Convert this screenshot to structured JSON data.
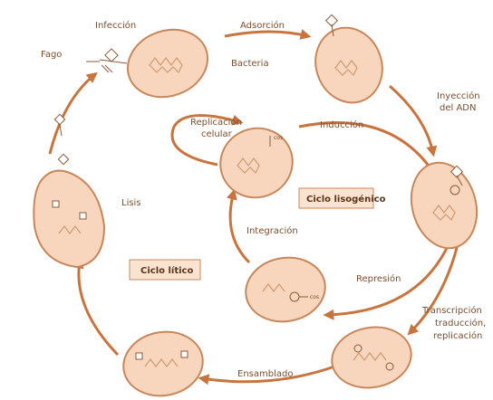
{
  "labels": {
    "infeccion": "Infección",
    "adsorcion": "Adsorción",
    "fago": "Fago",
    "bacteria": "Bacteria",
    "inyeccion_1": "Inyección",
    "inyeccion_2": "del ADN",
    "replicacion_1": "Replicación",
    "replicacion_2": "celular",
    "cos_top": "cos",
    "induccion": "Inducción",
    "lisis": "Lisis",
    "ciclo_lisogenico": "Ciclo lisogénico",
    "integracion": "Integración",
    "ciclo_litico": "Ciclo lítico",
    "represion": "Represión",
    "cos_bottom": "cos",
    "transcripcion_1": "Transcripción",
    "transcripcion_2": "traducción,",
    "transcripcion_3": "replicación",
    "ensamblado": "Ensamblado"
  },
  "colors": {
    "cell_fill": "#f8d6bd",
    "cell_stroke": "#c8875a",
    "arrow": "#c8743e",
    "text": "#7a4e2f"
  }
}
